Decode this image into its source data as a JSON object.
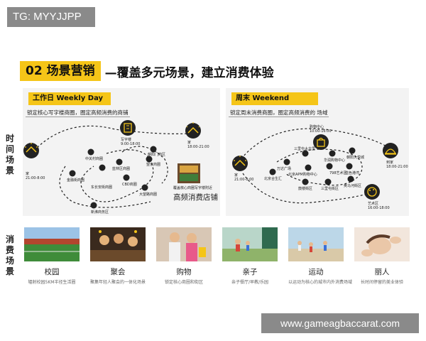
{
  "tag": "TG: MYYJJPP",
  "watermark": "www.gameagbaccarat.com",
  "title": {
    "badge": "02 场景营销",
    "rest": "—覆盖多元场景，建立消费体验"
  },
  "side_labels": {
    "top": "时间场景",
    "bottom": "消费场景"
  },
  "weekday": {
    "head": "工作日 Weekly Day",
    "sub": "锁定核心写字楼商圈，圈定高频消费的商铺",
    "home_left": "家",
    "home_left_time": "21:00-8:00",
    "office": "写字楼",
    "office_time": "9:00-18:00",
    "home_right": "家",
    "home_right_time": "18:00-21:00",
    "poi": [
      "中关村商圈",
      "金融街商圈",
      "东长安街商圈",
      "望京商圈",
      "CBD商圈",
      "大望路商圈",
      "朝阳门商区",
      "蓝林区商圈",
      "新沸商务区"
    ],
    "store_caption": "覆盖核心商圈写字楼附近",
    "store_label": "高频消费店铺",
    "store_icon": "shop-icon"
  },
  "weekend": {
    "head": "周末 Weekend",
    "sub": "锁定周末消费商圈，圈定高频消费的 场域",
    "home_left": "家",
    "home_left_time": "21:00-8:00",
    "mall": "购物中心",
    "mall_time": "10:00-16:00",
    "home_right": "到家",
    "home_right_time": "18:00-21:00",
    "art": "艺术区",
    "art_time": "16:00-18:00",
    "poi": [
      "三里屯太古里",
      "华润购物中心",
      "朝阳大悦城",
      "万达广场",
      "北京APM购物中心",
      "798艺术区",
      "蓝色港湾",
      "北京合生汇",
      "鼓楼街区",
      "三里屯街区",
      "奥马河街区"
    ]
  },
  "categories": [
    {
      "label": "校园",
      "desc": "辐射校园5KM半径生活圈",
      "icon": "campus-photo"
    },
    {
      "label": "聚会",
      "desc": "聚集年轻人聚会的一体化场景",
      "icon": "party-photo"
    },
    {
      "label": "购物",
      "desc": "锁定核心商圈和街区",
      "icon": "shopping-photo"
    },
    {
      "label": "亲子",
      "desc": "亲子餐厅/早教/乐园",
      "icon": "family-photo"
    },
    {
      "label": "运动",
      "desc": "以运动为核心的城市内外消费场域",
      "icon": "sports-photo"
    },
    {
      "label": "丽人",
      "desc": "长时间停留的美业体验",
      "icon": "beauty-photo"
    }
  ],
  "colors": {
    "accent": "#f5c518",
    "dark": "#222222",
    "panel": "#f3f3f3"
  }
}
